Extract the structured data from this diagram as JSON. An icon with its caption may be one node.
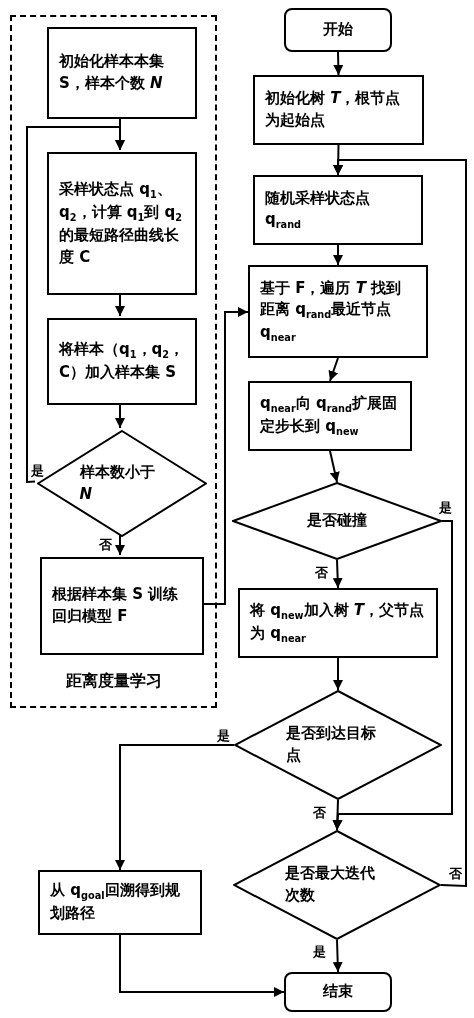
{
  "diagram": {
    "nodes": [
      {
        "text": [
          "距离度量学习"
        ]
      },
      {
        "text": [
          "初始化样本本集 S，样本个数 *N*"
        ],
        "in": 0
      },
      {
        "text": [
          "采样状态点 **q**$_{1}$、**q**$_{2}$，计算 **q**$_{1}$到 **q**$_{2}$的最短路径曲线长度 C"
        ],
        "in": 0
      },
      {
        "text": [
          "将样本（**q**$_{1}$，**q**$_{2}$，C）加入样本集 S"
        ],
        "in": 0
      },
      {
        "text": [
          "样本数小于 *N*"
        ],
        "in": 0
      },
      {
        "text": [
          "根据样本集 S 训练回归模型 F"
        ],
        "in": 0
      },
      {
        "text": [
          "开始"
        ]
      },
      {
        "text": [
          "初始化树 *T*，根节点为起始点"
        ]
      },
      {
        "text": [
          "随机采样状态点 **q**$_{rand}$"
        ]
      },
      {
        "text": [
          "基于 F，遍历 *T* 找到距离 **q**$_{rand}$最近节点 **q**$_{near}$"
        ]
      },
      {
        "text": [
          "**q**$_{near}$向 **q**$_{rand}$扩展固定步长到 **q**$_{new}$"
        ]
      },
      {
        "text": [
          "是否碰撞"
        ]
      },
      {
        "text": [
          "将 **q**$_{new}$加入树 *T*，父节点为 **q**$_{near}$"
        ]
      },
      {
        "text": [
          "是否到达目标点"
        ]
      },
      {
        "text": [
          "是否最大迭代次数"
        ]
      },
      {
        "text": [
          "从 **q**$_{goal}$回溯得到规划路径"
        ]
      },
      {
        "text": [
          "结束"
        ]
      }
    ],
    "edges": [
      {
        "from": 1,
        "to": 2,
        "arrow": "to"
      },
      {
        "from": 2,
        "to": 3,
        "arrow": "to"
      },
      {
        "from": 3,
        "to": 4,
        "arrow": "to"
      },
      {
        "from": 4,
        "to": 2,
        "arrow": "to",
        "label": "是"
      },
      {
        "from": 4,
        "to": 5,
        "arrow": "to",
        "label": "否"
      },
      {
        "from": 5,
        "to": 9,
        "arrow": "to"
      },
      {
        "from": 6,
        "to": 7,
        "arrow": "to"
      },
      {
        "from": 7,
        "to": 8,
        "arrow": "to"
      },
      {
        "from": 8,
        "to": 9,
        "arrow": "to"
      },
      {
        "from": 9,
        "to": 10,
        "arrow": "to"
      },
      {
        "from": 10,
        "to": 11,
        "arrow": "to"
      },
      {
        "from": 11,
        "to": 14,
        "arrow": "to",
        "label": "是"
      },
      {
        "from": 11,
        "to": 12,
        "arrow": "to",
        "label": "否"
      },
      {
        "from": 12,
        "to": 13,
        "arrow": "to"
      },
      {
        "from": 13,
        "to": 15,
        "arrow": "to",
        "label": "是"
      },
      {
        "from": 13,
        "to": 14,
        "arrow": "to",
        "label": "否"
      },
      {
        "from": 14,
        "to": 8,
        "arrow": "to",
        "label": "否"
      },
      {
        "from": 14,
        "to": 16,
        "arrow": "to",
        "label": "是"
      },
      {
        "from": 15,
        "to": 16,
        "arrow": "to"
      }
    ]
  }
}
